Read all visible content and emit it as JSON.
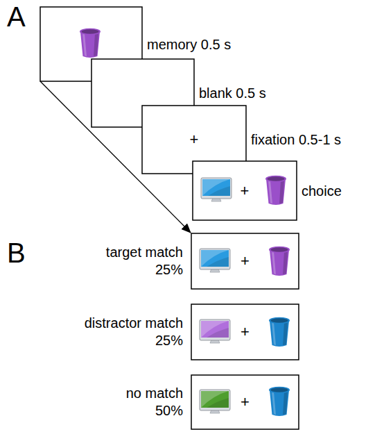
{
  "diagram": {
    "nodes": [
      {
        "text": [
          "memory 0.5 s"
        ]
      },
      {
        "text": [
          "blank 0.5 s"
        ]
      },
      {
        "text": [
          "+",
          "fixation 0.5-1 s"
        ]
      },
      {
        "text": [
          "+",
          "choice"
        ]
      },
      {
        "text": [
          "target match 25%",
          "+"
        ]
      },
      {
        "text": [
          "distractor match 25%",
          "+"
        ]
      },
      {
        "text": [
          "no match 50%",
          "+"
        ]
      }
    ],
    "edges": [
      {
        "from": 0,
        "to": 4,
        "arrow": "to"
      }
    ],
    "labels": [
      "A",
      "B"
    ]
  }
}
